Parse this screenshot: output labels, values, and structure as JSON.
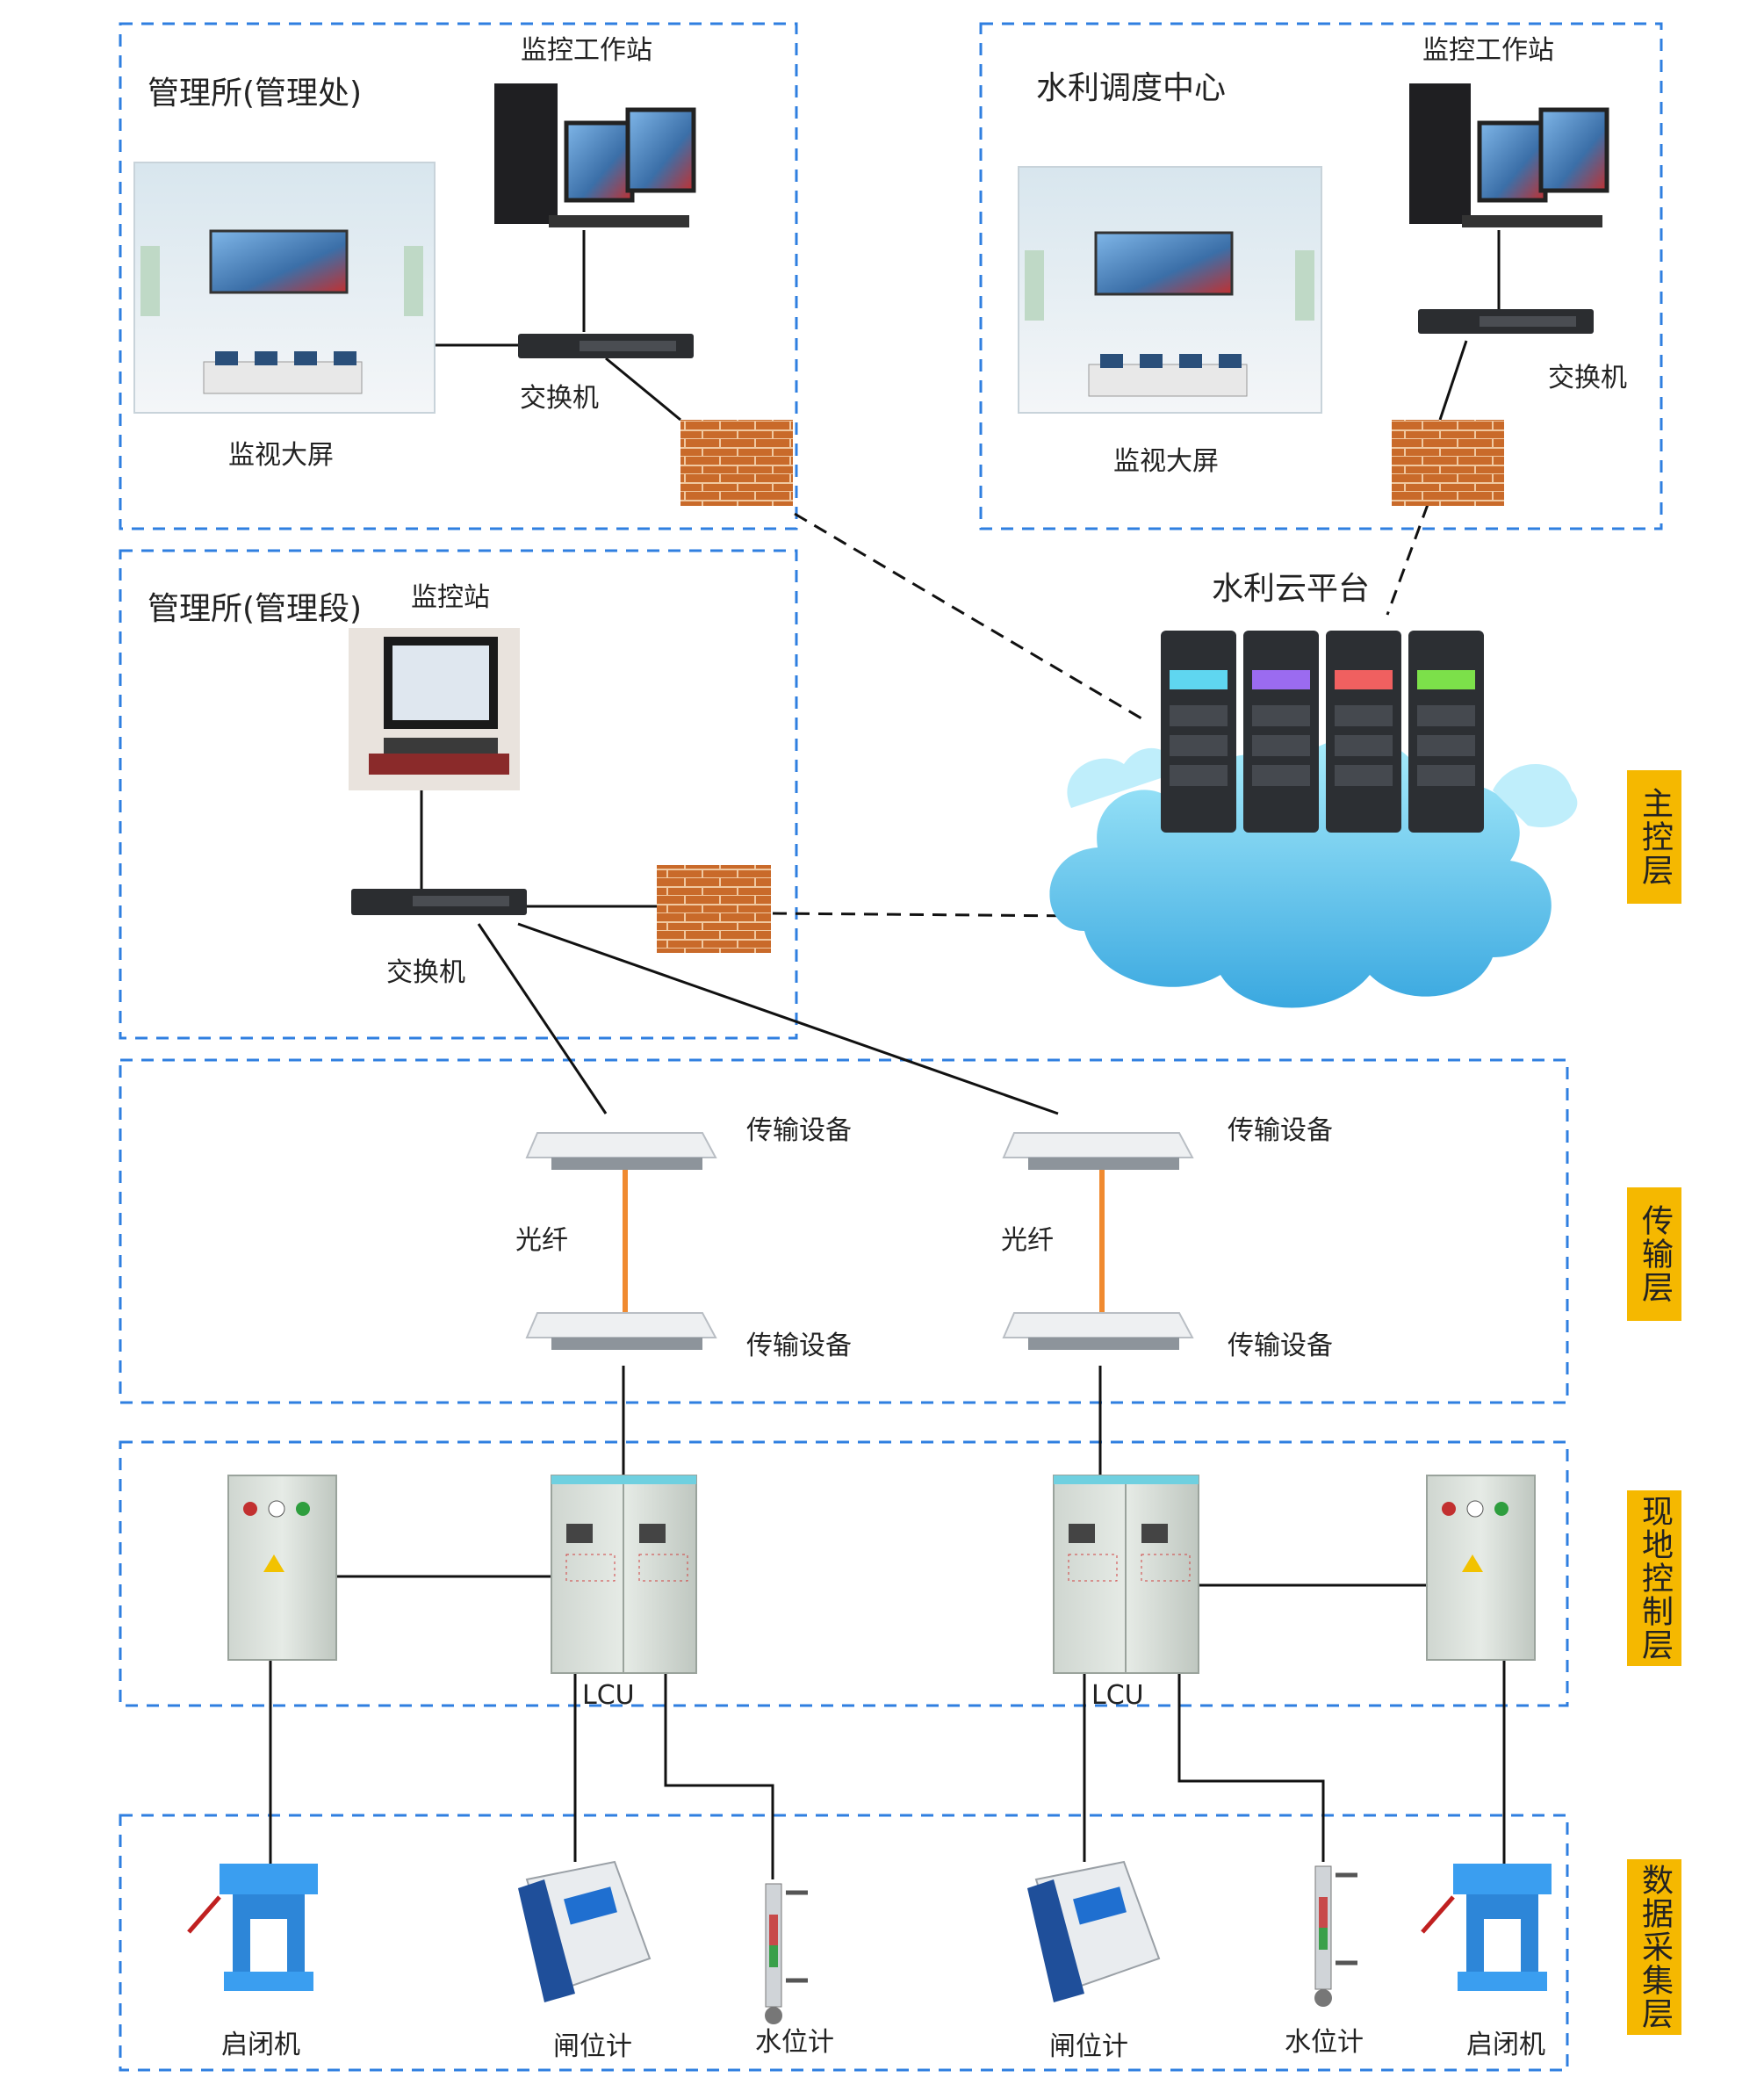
{
  "colors": {
    "dash": "#2f7fe0",
    "link": "#111111",
    "fiber": "#f08a30",
    "layer_tag": "#f5b800",
    "cloud": "#7fd8f0"
  },
  "zones": {
    "mgmt_office": {
      "title": "管理所(管理处)",
      "workstation": "监控工作站",
      "screen": "监视大屏",
      "switch": "交换机"
    },
    "dispatch_center": {
      "title": "水利调度中心",
      "workstation": "监控工作站",
      "screen": "监视大屏",
      "switch": "交换机"
    },
    "mgmt_section": {
      "title": "管理所(管理段)",
      "station": "监控站",
      "switch": "交换机"
    },
    "cloud": {
      "title": "水利云平台"
    }
  },
  "transmission": {
    "left": {
      "top": "传输设备",
      "fiber": "光纤",
      "bottom": "传输设备"
    },
    "right": {
      "top": "传输设备",
      "fiber": "光纤",
      "bottom": "传输设备"
    }
  },
  "field": {
    "lcu_left": "LCU",
    "lcu_right": "LCU"
  },
  "devices": {
    "hoist_left": "启闭机",
    "gate_meter_left": "闸位计",
    "level_meter_left": "水位计",
    "gate_meter_right": "闸位计",
    "level_meter_right": "水位计",
    "hoist_right": "启闭机"
  },
  "layers": [
    "主控层",
    "传输层",
    "现地控制层",
    "数据采集层"
  ],
  "server_lights": [
    "#5fd6f0",
    "#9b6bf0",
    "#f06060",
    "#7ce04a"
  ]
}
